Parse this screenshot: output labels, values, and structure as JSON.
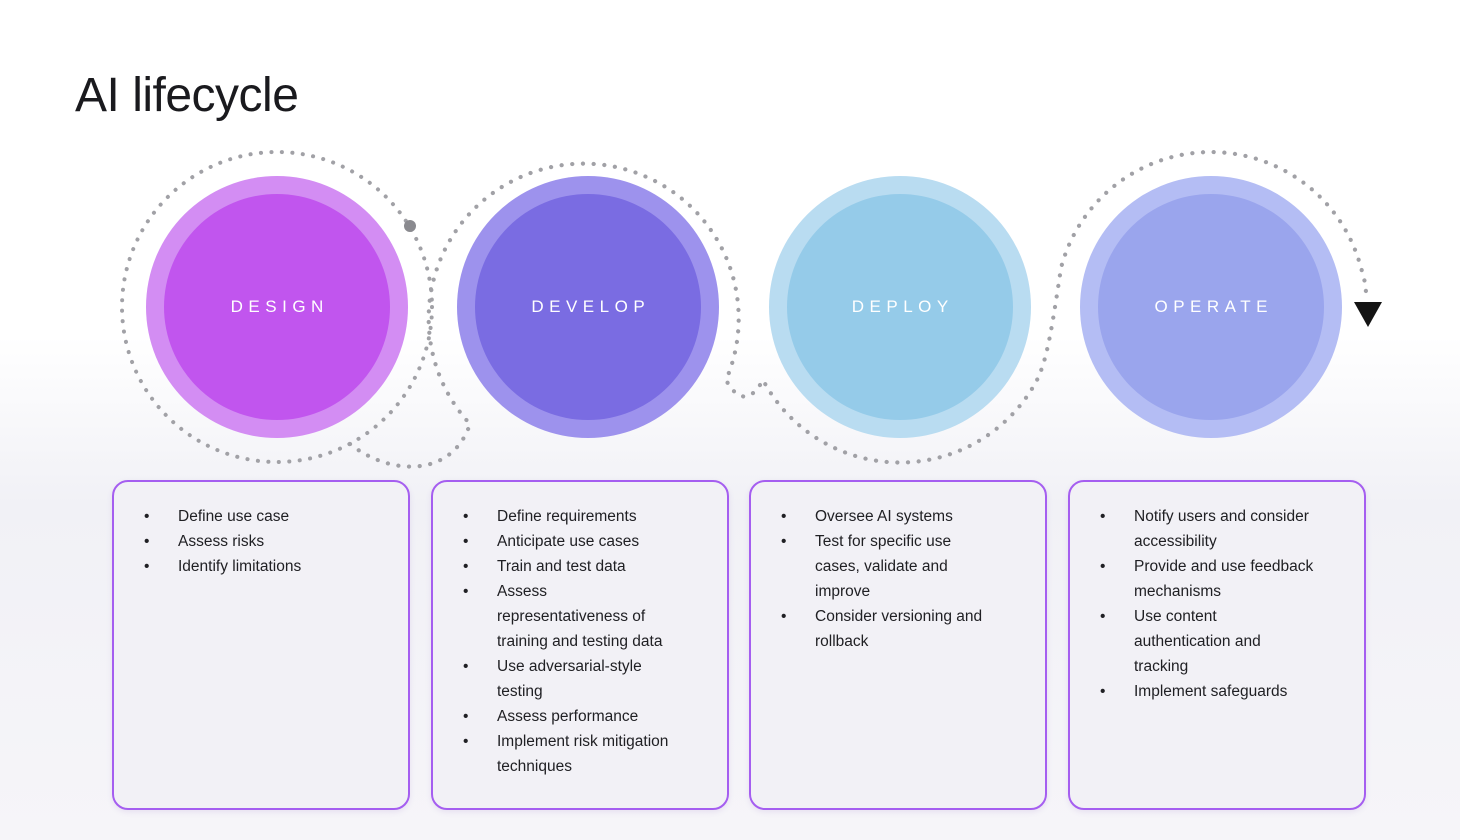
{
  "title": "AI lifecycle",
  "stages": [
    {
      "label": "DESIGN",
      "circle_color": "#c155ee",
      "ring_color": "#d38df3",
      "items": [
        "Define use case",
        "Assess risks",
        "Identify limitations"
      ]
    },
    {
      "label": "DEVELOP",
      "circle_color": "#7a6ce2",
      "ring_color": "#9d92ed",
      "items": [
        "Define requirements",
        "Anticipate use cases",
        "Train and test data",
        "Assess representativeness of training and testing data",
        "Use adversarial-style testing",
        "Assess performance",
        "Implement risk mitigation techniques"
      ]
    },
    {
      "label": "DEPLOY",
      "circle_color": "#95cbe9",
      "ring_color": "#b9dcf1",
      "items": [
        "Oversee AI systems",
        "Test for specific use cases, validate and improve",
        "Consider versioning and rollback"
      ]
    },
    {
      "label": "OPERATE",
      "circle_color": "#9aa5ed",
      "ring_color": "#b4bdf4",
      "items": [
        "Notify users and consider accessibility",
        "Provide and use feedback mechanisms",
        "Use content authentication and tracking",
        "Implement safeguards"
      ]
    }
  ],
  "flow": {
    "dots_color": "#a1a1a6",
    "start_dot_color": "#8a8a8f",
    "arrow_color": "#141414"
  },
  "theme": {
    "card_border_color": "#a55ef0",
    "card_bg_color": "#f2f1f6",
    "title_color": "#1a1a1e"
  }
}
